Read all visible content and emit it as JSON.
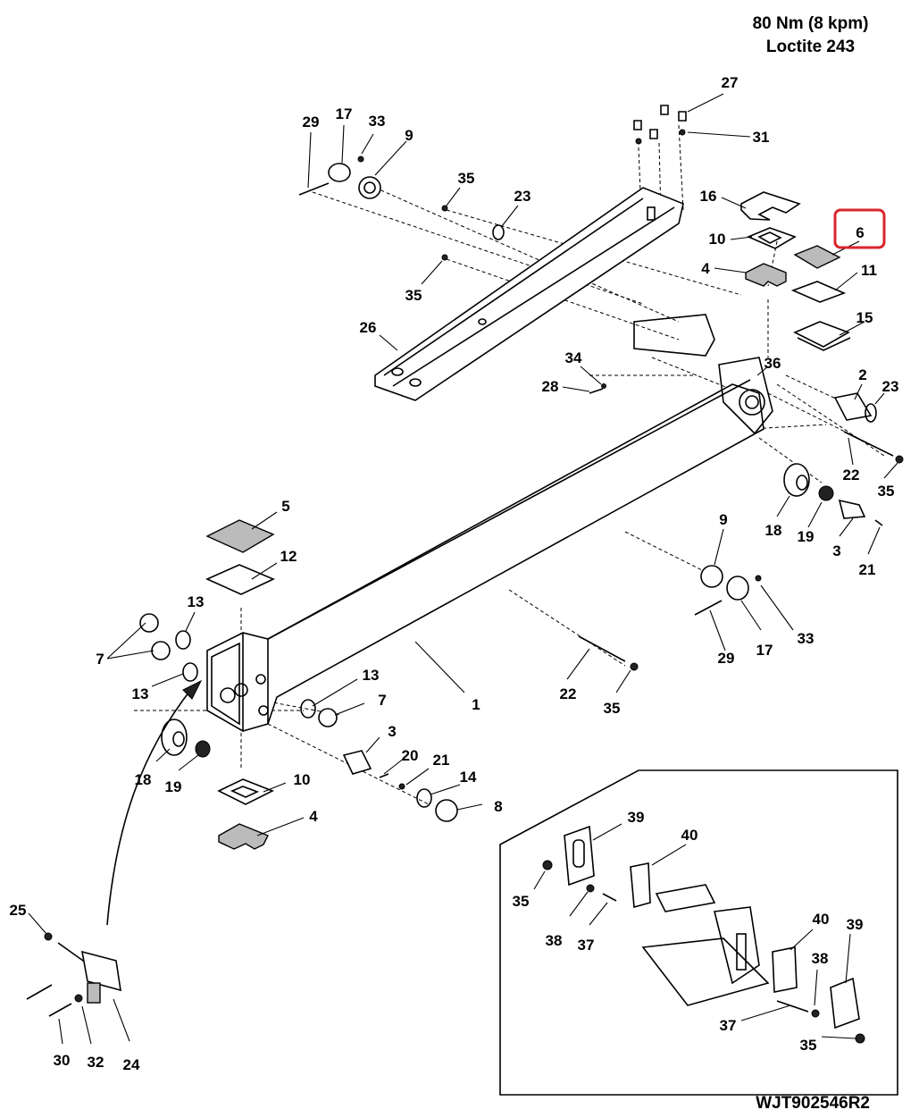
{
  "torque_note": {
    "line1": "80 Nm (8 kpm)",
    "line2": "Loctite 243"
  },
  "drawing_code": "WJT902546R2",
  "highlighted_callout": "6",
  "highlight_color": "#d9262c",
  "callouts": {
    "c27": "27",
    "c31": "31",
    "c29a": "29",
    "c17a": "17",
    "c33a": "33",
    "c9a": "9",
    "c35a": "35",
    "c23a": "23",
    "c16": "16",
    "c10a": "10",
    "c6": "6",
    "c4a": "4",
    "c11": "11",
    "c15": "15",
    "c35b": "35",
    "c26": "26",
    "c34": "34",
    "c28": "28",
    "c36": "36",
    "c2": "2",
    "c23b": "23",
    "c22a": "22",
    "c35c": "35",
    "c18a": "18",
    "c19a": "19",
    "c3a": "3",
    "c21a": "21",
    "c9b": "9",
    "c29b": "29",
    "c17b": "17",
    "c33b": "33",
    "c22b": "22",
    "c35d": "35",
    "c1": "1",
    "c5": "5",
    "c12": "12",
    "c13a": "13",
    "c7a": "7",
    "c13b": "13",
    "c13c": "13",
    "c7b": "7",
    "c3b": "3",
    "c20": "20",
    "c21b": "21",
    "c14": "14",
    "c8": "8",
    "c18b": "18",
    "c19b": "19",
    "c10b": "10",
    "c4b": "4",
    "c25": "25",
    "c30": "30",
    "c32": "32",
    "c24": "24",
    "c39a": "39",
    "c40a": "40",
    "c35e": "35",
    "c38a": "38",
    "c37a": "37",
    "c40b": "40",
    "c39b": "39",
    "c38b": "38",
    "c37b": "37",
    "c35f": "35"
  }
}
